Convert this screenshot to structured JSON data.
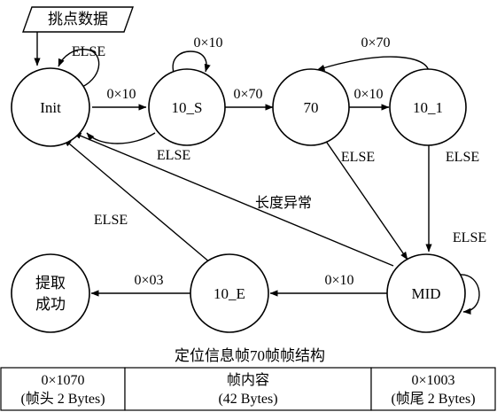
{
  "input": {
    "label": "挑点数据"
  },
  "nodes": {
    "init": "Init",
    "s10": "10_S",
    "n70": "70",
    "n10_1": "10_1",
    "mid": "MID",
    "e10": "10_E",
    "done": [
      "提取",
      "成功"
    ]
  },
  "edges": {
    "init_self": "ELSE",
    "init_to_10s": "0×10",
    "s10_self": "0×10",
    "s10_back": "ELSE",
    "s10_to_70": "0×70",
    "n70_to_10_1": "0×10",
    "n10_1_to_70": "0×70",
    "n70_to_mid": "ELSE",
    "n10_1_to_mid": "ELSE",
    "mid_to_init": "长度异常",
    "mid_self": "ELSE",
    "mid_to_10e": "0×10",
    "e10_to_init": "ELSE",
    "e10_to_done": "0×03"
  },
  "frame": {
    "caption": "定位信息帧70帧帧结构",
    "cells": [
      {
        "line1": "0×1070",
        "line2": "(帧头 2 Bytes)"
      },
      {
        "line1": "帧内容",
        "line2": "(42 Bytes)"
      },
      {
        "line1": "0×1003",
        "line2": "(帧尾 2 Bytes)"
      }
    ]
  }
}
